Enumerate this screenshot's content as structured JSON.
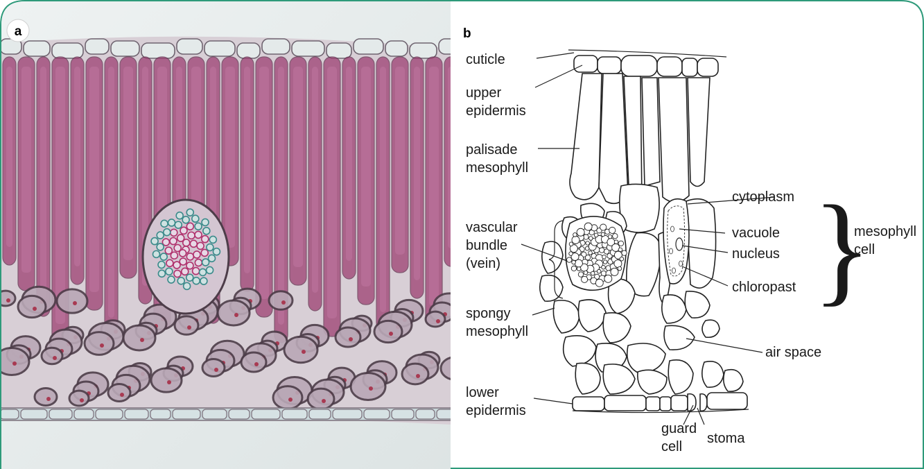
{
  "panel_a": {
    "label": "a"
  },
  "panel_b": {
    "label": "b",
    "labels": {
      "cuticle": "cuticle",
      "upper_epidermis_1": "upper",
      "upper_epidermis_2": "epidermis",
      "palisade_1": "palisade",
      "palisade_2": "mesophyll",
      "vascular_1": "vascular",
      "vascular_2": "bundle",
      "vascular_3": "(vein)",
      "spongy_1": "spongy",
      "spongy_2": "mesophyll",
      "lower_epidermis_1": "lower",
      "lower_epidermis_2": "epidermis",
      "guard_cell_1": "guard",
      "guard_cell_2": "cell",
      "stoma": "stoma",
      "air_space": "air space",
      "cytoplasm": "cytoplasm",
      "vacuole": "vacuole",
      "nucleus": "nucleus",
      "chloroplast": "chloropast",
      "mesophyll_cell_1": "mesophyll",
      "mesophyll_cell_2": "cell"
    }
  },
  "colors": {
    "frame_border": "#2e9a7a",
    "badge_bg": "#ffffff",
    "micrograph_bg": "#e6ecec",
    "stain_magenta": "#9a3a6e",
    "stain_teal": "#3a8a8a"
  }
}
